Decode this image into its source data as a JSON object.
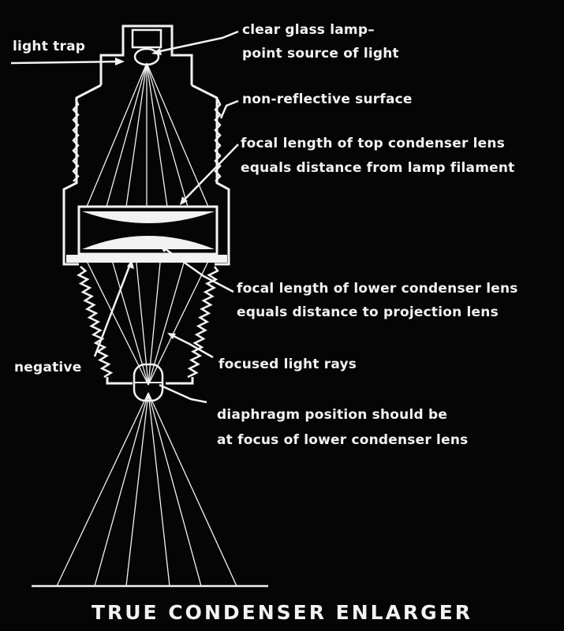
{
  "diagram": {
    "title": "TRUE CONDENSER ENLARGER",
    "labels": {
      "light_trap": "light trap",
      "lamp_line1": "clear glass lamp–",
      "lamp_line2": "point source of light",
      "non_reflective": "non-reflective surface",
      "top_condenser_line1": "focal length of top condenser lens",
      "top_condenser_line2": "equals distance from lamp filament",
      "lower_condenser_line1": "focal length of lower condenser lens",
      "lower_condenser_line2": "equals distance to projection lens",
      "negative": "negative",
      "focused_rays": "focused light rays",
      "diaphragm_line1": "diaphragm position should be",
      "diaphragm_line2": "at focus of lower condenser lens"
    },
    "colors": {
      "background": "#050505",
      "ink": "#f2f2f2"
    }
  }
}
